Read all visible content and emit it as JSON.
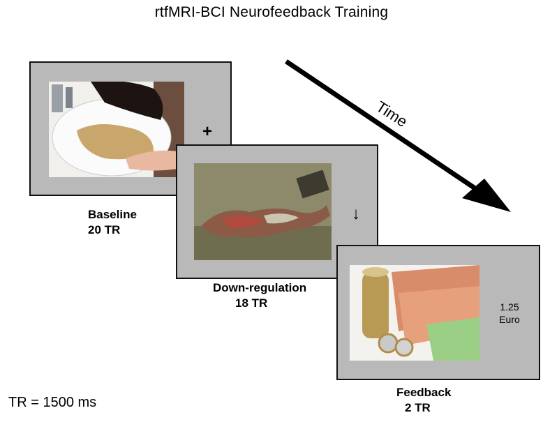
{
  "title": "rtfMRI-BCI Neurofeedback Training",
  "time_label": "Time",
  "tr_note": "TR = 1500 ms",
  "screens": [
    {
      "name": "Baseline",
      "duration": "20 TR",
      "symbol": "+",
      "image": "sink-with-crackers-photo"
    },
    {
      "name": "Down-regulation",
      "duration": "18 TR",
      "symbol": "↓",
      "image": "animal-carcass-photo"
    },
    {
      "name": "Feedback",
      "duration": "2 TR",
      "value": "1.25",
      "unit": "Euro",
      "image": "coins-and-euro-notes-photo"
    }
  ],
  "colors": {
    "screen_bg": "#b9b9b9",
    "arrow": "#000000"
  }
}
